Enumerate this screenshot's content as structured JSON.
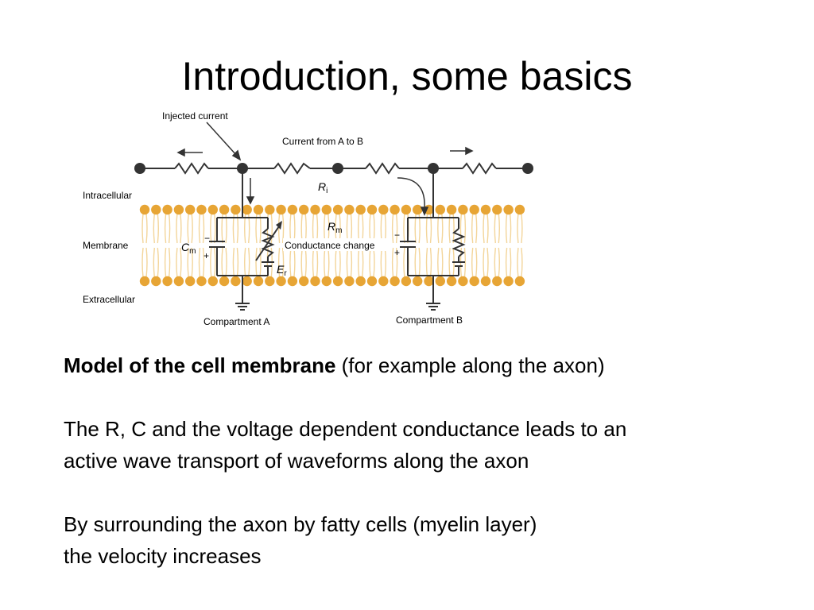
{
  "slide": {
    "title": "Introduction, some basics"
  },
  "diagram": {
    "injected_current": "Injected current",
    "current_a_to_b": "Current from A to B",
    "intracellular": "Intracellular",
    "membrane": "Membrane",
    "extracellular": "Extracellular",
    "ri_main": "R",
    "ri_sub": "i",
    "rm_main": "R",
    "rm_sub": "m",
    "cm_main": "C",
    "cm_sub": "m",
    "er_main": "E",
    "er_sub": "r",
    "conductance_change": "Conductance change",
    "compartment_a": "Compartment A",
    "compartment_b": "Compartment B",
    "minus": "−",
    "plus": "+",
    "colors": {
      "lipid_head": "#e7a535",
      "lipid_tail": "#f3d59a",
      "wire": "#333333"
    }
  },
  "body": {
    "p1_bold": "Model of the cell membrane",
    "p1_rest": " (for example along the axon)",
    "p2_line1": "The R, C and the voltage dependent conductance leads to an",
    "p2_line2": "active wave transport of waveforms along the axon",
    "p3_line1": "By surrounding the axon by fatty cells (myelin layer)",
    "p3_line2": "the velocity increases"
  }
}
